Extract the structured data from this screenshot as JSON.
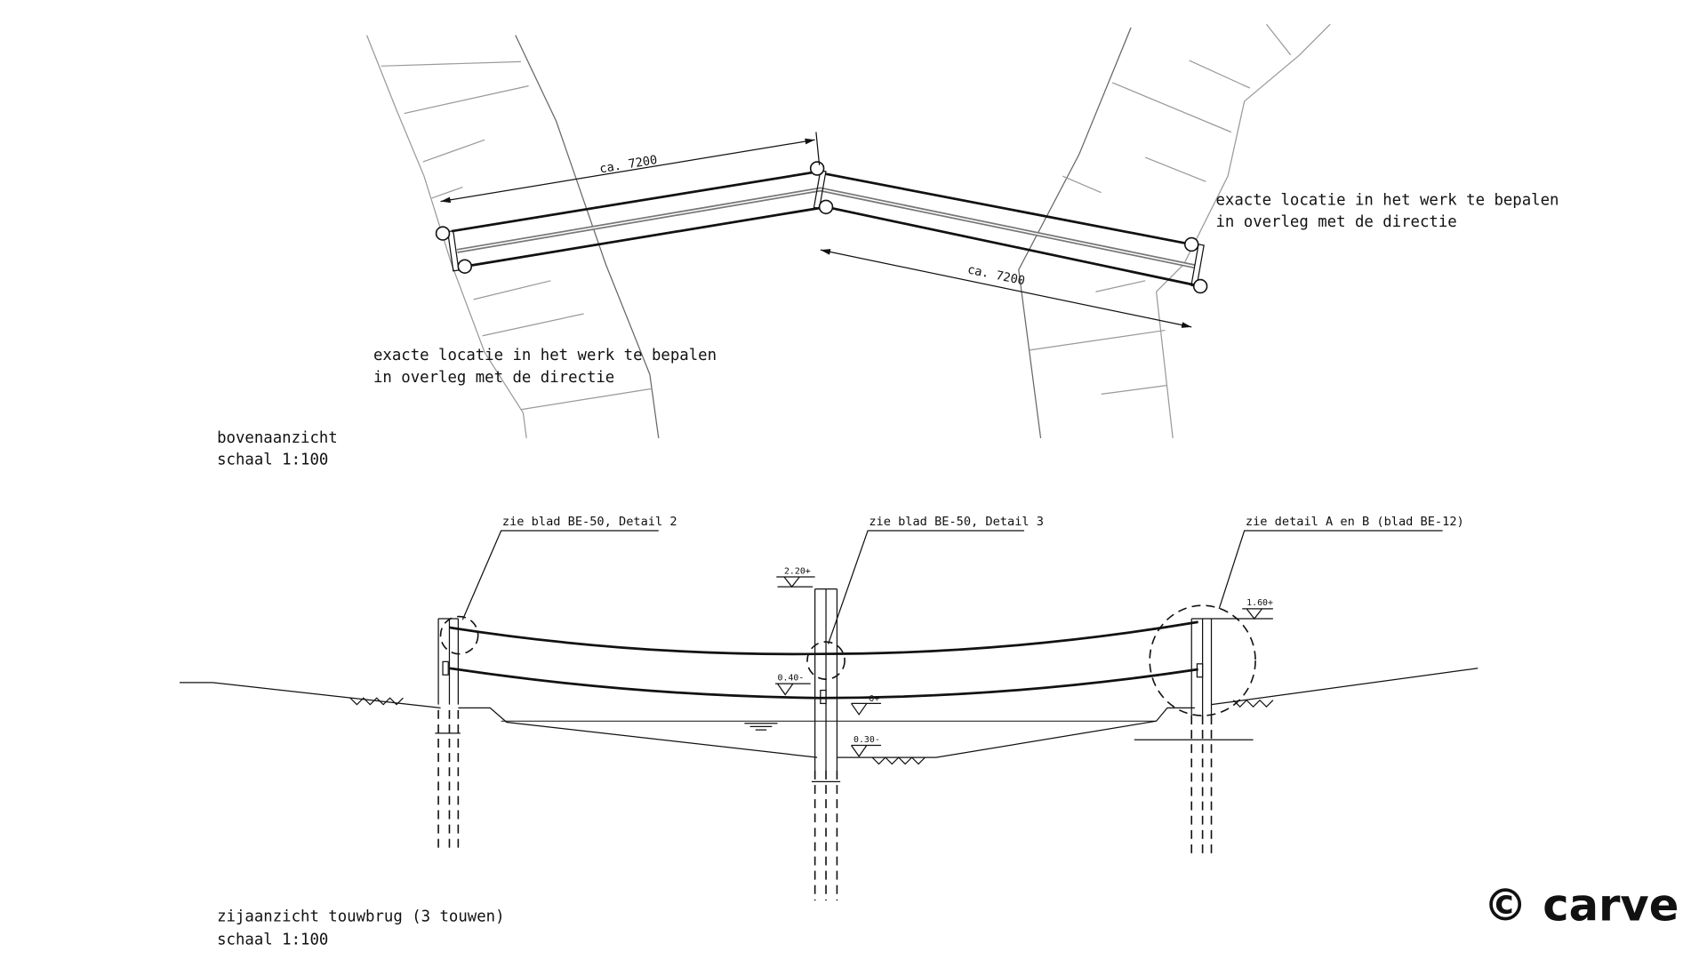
{
  "top_view": {
    "dimension_left": "ca. 7200",
    "dimension_right": "ca. 7200",
    "note_right_line1": "exacte locatie in het werk te bepalen",
    "note_right_line2": "in overleg met de directie",
    "note_left_line1": "exacte locatie in het werk te bepalen",
    "note_left_line2": "in overleg met de directie",
    "title": "bovenaanzicht",
    "scale": "schaal 1:100"
  },
  "side_view": {
    "callout_left": "zie blad BE-50, Detail 2",
    "callout_middle": "zie blad BE-50, Detail 3",
    "callout_right": "zie detail A en B (blad BE-12)",
    "level_top_middle": "2.20+",
    "level_top_right": "1.60+",
    "level_lower_rope": "0.40-",
    "level_water": "0+",
    "level_bed": "0.30-",
    "title": "zijaanzicht touwbrug (3 touwen)",
    "scale": "schaal 1:100"
  },
  "logo": "© carve"
}
